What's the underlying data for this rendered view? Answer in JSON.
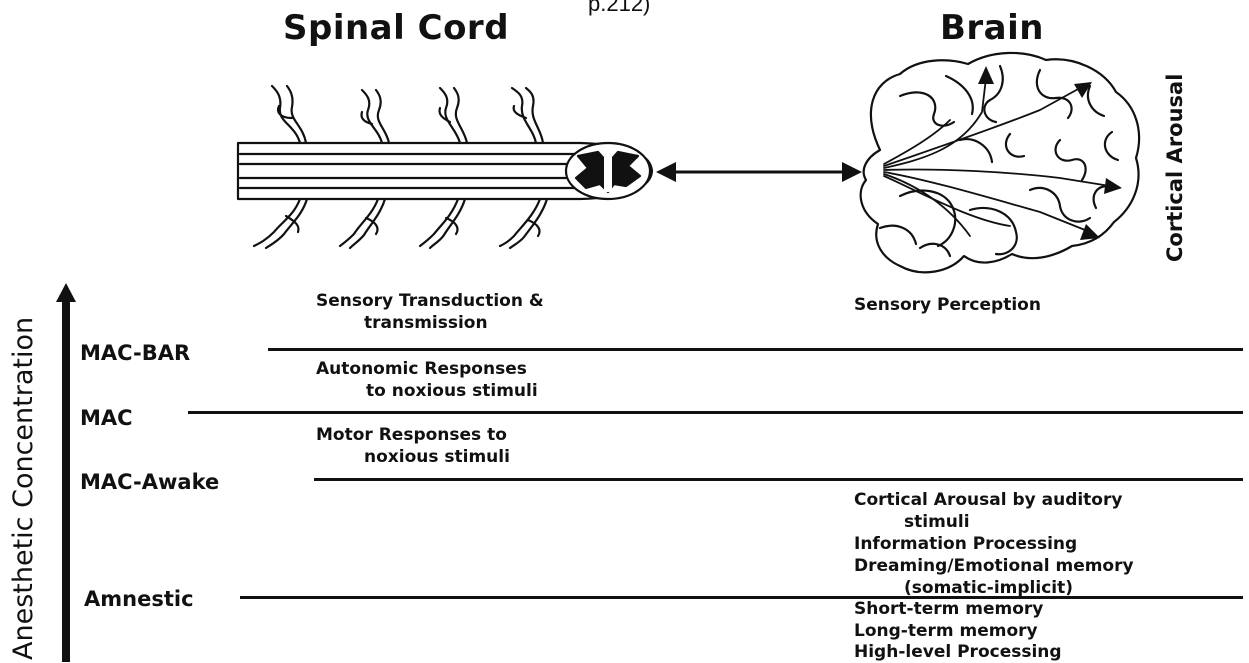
{
  "top_caption_fragment": "p.212)",
  "headers": {
    "spinal_cord": "Spinal Cord",
    "brain": "Brain"
  },
  "side_label": "Cortical Arousal",
  "axis_label": "Anesthetic Concentration",
  "levels": {
    "mac_bar": "MAC-BAR",
    "mac": "MAC",
    "mac_awake": "MAC-Awake",
    "amnestic": "Amnestic"
  },
  "notes": {
    "sensory_transduction": [
      "Sensory Transduction &",
      "transmission"
    ],
    "sensory_perception": "Sensory Perception",
    "autonomic": [
      "Autonomic Responses",
      "to noxious stimuli"
    ],
    "motor": [
      "Motor Responses to",
      "noxious stimuli"
    ],
    "cortical_arousal": [
      "Cortical Arousal by auditory",
      "stimuli"
    ],
    "info_processing": "Information Processing",
    "dreaming": [
      "Dreaming/Emotional memory",
      "(somatic-implicit)"
    ],
    "short_term": "Short-term memory",
    "long_term": "Long-term memory",
    "high_level": "High-level Processing"
  },
  "icons": {
    "spinal_cord": "spinal-cord-illustration",
    "brain": "brain-illustration",
    "link_arrow": "double-headed-arrow-icon",
    "axis_arrow": "up-arrow-icon"
  }
}
